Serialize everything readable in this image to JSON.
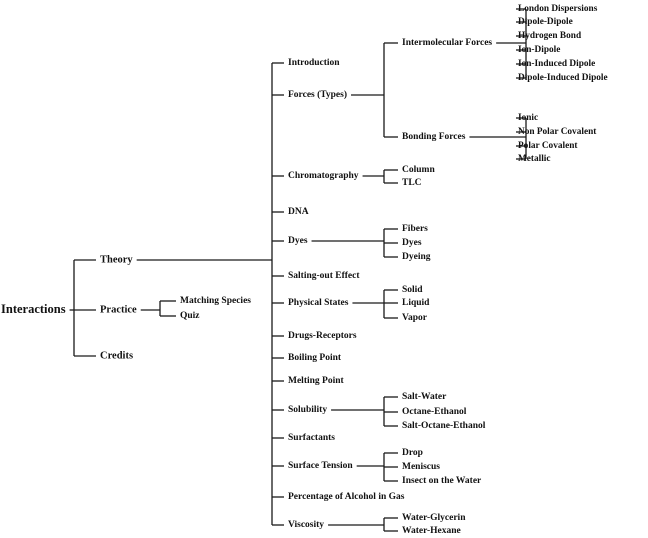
{
  "tree": {
    "label": "Interactions",
    "children": [
      {
        "label": "Theory",
        "children": [
          {
            "label": "Introduction"
          },
          {
            "label": "Forces (Types)",
            "children": [
              {
                "label": "Intermolecular Forces",
                "children": [
                  {
                    "label": "London Dispersions"
                  },
                  {
                    "label": "Dipole-Dipole"
                  },
                  {
                    "label": "Hydrogen Bond"
                  },
                  {
                    "label": "Ion-Dipole"
                  },
                  {
                    "label": "Ion-Induced Dipole"
                  },
                  {
                    "label": "Dipole-Induced Dipole"
                  }
                ]
              },
              {
                "label": "Bonding Forces",
                "children": [
                  {
                    "label": "Ionic"
                  },
                  {
                    "label": "Non Polar Covalent"
                  },
                  {
                    "label": "Polar Covalent"
                  },
                  {
                    "label": "Metallic"
                  }
                ]
              }
            ]
          },
          {
            "label": "Chromatography",
            "children": [
              {
                "label": "Column"
              },
              {
                "label": "TLC"
              }
            ]
          },
          {
            "label": "DNA"
          },
          {
            "label": "Dyes",
            "children": [
              {
                "label": "Fibers"
              },
              {
                "label": "Dyes"
              },
              {
                "label": "Dyeing"
              }
            ]
          },
          {
            "label": "Salting-out Effect"
          },
          {
            "label": "Physical States",
            "children": [
              {
                "label": "Solid"
              },
              {
                "label": "Liquid"
              },
              {
                "label": "Vapor"
              }
            ]
          },
          {
            "label": "Drugs-Receptors"
          },
          {
            "label": "Boiling Point"
          },
          {
            "label": "Melting Point"
          },
          {
            "label": "Solubility",
            "children": [
              {
                "label": "Salt-Water"
              },
              {
                "label": "Octane-Ethanol"
              },
              {
                "label": "Salt-Octane-Ethanol"
              }
            ]
          },
          {
            "label": "Surfactants"
          },
          {
            "label": "Surface Tension",
            "children": [
              {
                "label": "Drop"
              },
              {
                "label": "Meniscus"
              },
              {
                "label": "Insect on the Water"
              }
            ]
          },
          {
            "label": "Percentage of Alcohol in Gas"
          },
          {
            "label": "Viscosity",
            "children": [
              {
                "label": "Water-Glycerin"
              },
              {
                "label": "Water-Hexane"
              }
            ]
          }
        ]
      },
      {
        "label": "Practice",
        "children": [
          {
            "label": "Matching Species"
          },
          {
            "label": "Quiz"
          }
        ]
      },
      {
        "label": "Credits"
      }
    ]
  }
}
